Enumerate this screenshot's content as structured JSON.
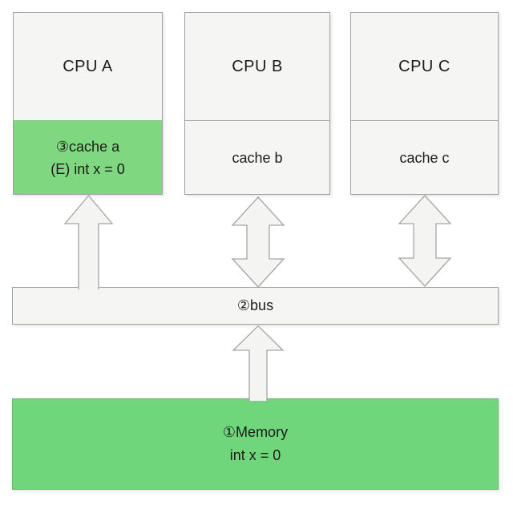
{
  "diagram": {
    "title_hint": "cache coherence diagram",
    "cpus": [
      {
        "label": "CPU A",
        "cache": {
          "line1": "③cache a",
          "line2": "(E) int x = 0",
          "highlighted": true
        }
      },
      {
        "label": "CPU B",
        "cache": {
          "line1": "cache b",
          "highlighted": false
        }
      },
      {
        "label": "CPU C",
        "cache": {
          "line1": "cache c",
          "highlighted": false
        }
      }
    ],
    "bus": {
      "label": "②bus"
    },
    "memory": {
      "line1": "①Memory",
      "line2": "int x = 0"
    },
    "arrows": [
      {
        "name": "cache-a-to-bus",
        "direction": "up"
      },
      {
        "name": "cache-b-bus",
        "direction": "bidirectional"
      },
      {
        "name": "cache-c-bus",
        "direction": "bidirectional"
      },
      {
        "name": "memory-to-bus",
        "direction": "up"
      }
    ],
    "colors": {
      "cache_highlight_green": "#7fd77f",
      "memory_green": "#70d67c",
      "box_fill": "#f5f5f4",
      "box_border": "#9aa3a0",
      "arrow_fill": "#f4f4f3",
      "arrow_stroke": "#a2a6a3",
      "text": "#1b1b1b",
      "background": "#ffffff"
    }
  }
}
